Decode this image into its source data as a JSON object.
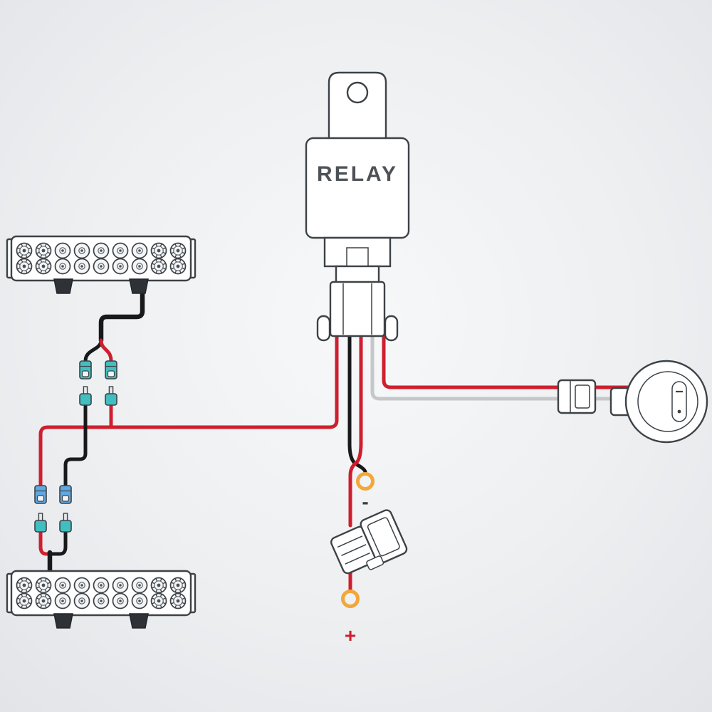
{
  "relay": {
    "label": "RELAY"
  },
  "battery": {
    "negative_label": "-",
    "positive_label": "+"
  },
  "light_bar": {
    "rows": 2,
    "columns": 9
  },
  "colors": {
    "outline": "#3d4247",
    "wire_red": "#ce1f2e",
    "wire_black": "#17191b",
    "wire_white": "#c5c7c9",
    "connector_teal": "#41bfc0",
    "connector_blue": "#5fa8e2",
    "ring_orange": "#f2a73b",
    "relay_text": "#4d5257",
    "background": "#edeff1"
  }
}
